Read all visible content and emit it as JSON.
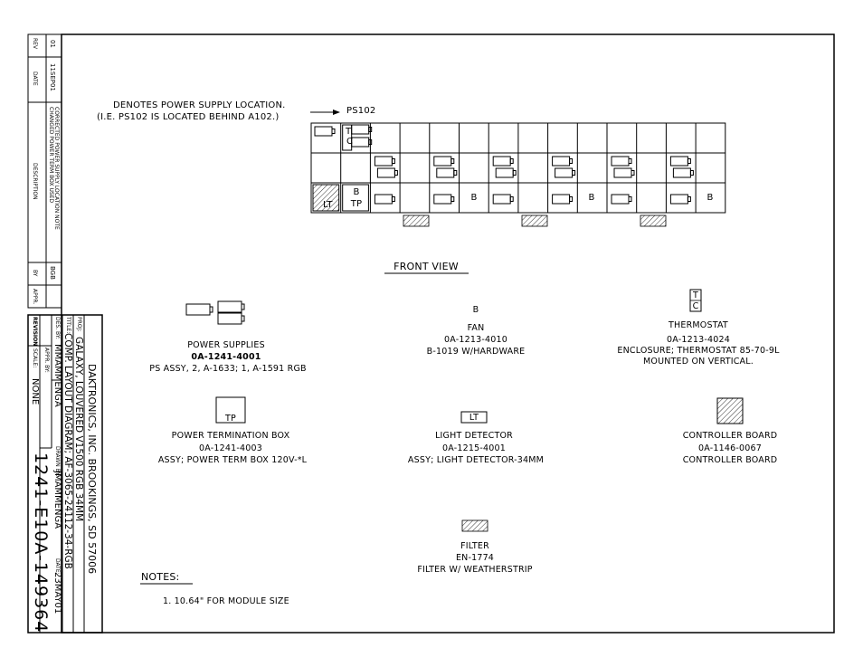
{
  "callout": {
    "line1": "DENOTES POWER SUPPLY LOCATION.",
    "line2": "(I.E. PS102 IS LOCATED BEHIND A102.)",
    "ps_label": "PS102"
  },
  "grid_marks": {
    "tc_t": "T",
    "tc_c": "C",
    "b_tp_b": "B",
    "b_tp_tp": "TP",
    "lt": "LT",
    "fan": "B"
  },
  "front_view": "FRONT VIEW",
  "legend": {
    "power_supplies": {
      "name": "POWER SUPPLIES",
      "part": "0A-1241-4001",
      "desc": "PS ASSY, 2, A-1633; 1, A-1591 RGB"
    },
    "fan": {
      "symbol": "B",
      "name": "FAN",
      "part": "0A-1213-4010",
      "desc": "B-1019 W/HARDWARE"
    },
    "thermostat": {
      "sym_t": "T",
      "sym_c": "C",
      "name": "THERMOSTAT",
      "part": "0A-1213-4024",
      "desc": "ENCLOSURE; THERMOSTAT 85-70-9L",
      "note": "MOUNTED ON VERTICAL."
    },
    "term_box": {
      "symbol": "TP",
      "name": "POWER TERMINATION BOX",
      "part": "0A-1241-4003",
      "desc": "ASSY; POWER TERM BOX 120V-*L"
    },
    "light_detector": {
      "symbol": "LT",
      "name": "LIGHT DETECTOR",
      "part": "0A-1215-4001",
      "desc": "ASSY; LIGHT DETECTOR-34MM"
    },
    "controller": {
      "name": "CONTROLLER BOARD",
      "part": "0A-1146-0067",
      "desc": "CONTROLLER BOARD"
    },
    "filter": {
      "name": "FILTER",
      "part": "EN-1774",
      "desc": "FILTER W/ WEATHERSTRIP"
    }
  },
  "notes": {
    "heading": "NOTES:",
    "item1": "1.   10.64\" FOR MODULE SIZE"
  },
  "revision_table": {
    "rev_header": "REV",
    "date_header": "DATE",
    "desc_header": "DESCRIPTION",
    "by_header": "BY",
    "appr_header": "APPR.",
    "rev": "01",
    "date": "11SEP01",
    "desc1": "CORRECTED POWER SUPPLY LOCATION NOTE",
    "desc2": "CHANGED POWER TERM BOX USED",
    "by": "BGB",
    "revision_label": "REVISION"
  },
  "title_block": {
    "company": "DAKTRONICS, INC.  BROOKINGS, SD 57006",
    "proj_label": "PROJ:",
    "proj": "GALAXY, LOUVERED V1500 RGB 34MM",
    "title_label": "TITLE:",
    "title": "COMP. LAYOUT DIAGRAM; AF-3065-24112-34-RGB",
    "des_label": "DES. BY:",
    "des": "MMAMMENGA",
    "drawn_label": "DRAWN BY:",
    "drawn": "JMAMMENGA",
    "date_label": "DATE:",
    "date": "23MAY01",
    "appr_label": "APPR. BY:",
    "scale_label": "SCALE:",
    "scale": "NONE",
    "drawing_number": "1241-E10A-149364"
  }
}
